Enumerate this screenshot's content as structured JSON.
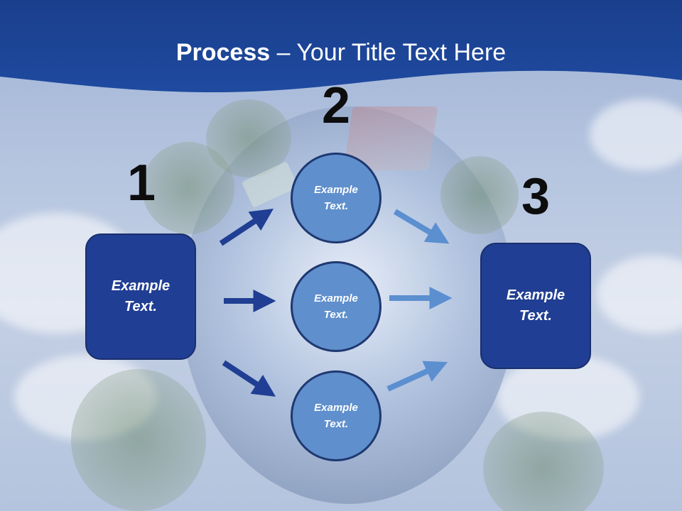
{
  "title": {
    "bold": "Process",
    "rest": " – Your Title Text Here"
  },
  "steps": [
    {
      "number": "1",
      "label_line1": "Example",
      "label_line2": "Text."
    },
    {
      "number": "2"
    },
    {
      "number": "3",
      "label_line1": "Example",
      "label_line2": "Text."
    }
  ],
  "circles": [
    {
      "line1": "Example",
      "line2": "Text."
    },
    {
      "line1": "Example",
      "line2": "Text."
    },
    {
      "line1": "Example",
      "line2": "Text."
    }
  ],
  "colors": {
    "title_band": "#1e4393",
    "box_fill": "#203e93",
    "circle_fill": "#5f8fcc",
    "arrow_left": "#203e93",
    "arrow_right": "#5b8fd0"
  }
}
